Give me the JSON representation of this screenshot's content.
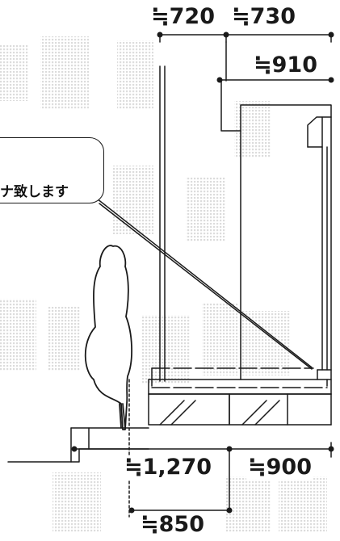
{
  "callout": {
    "text": "ナ致します"
  },
  "dimensions": {
    "top_left": "≒720",
    "top_right": "≒730",
    "upper_right": "≒910",
    "bottom_left": "≒1,270",
    "bottom_right": "≒900",
    "bottom_lower": "≒850"
  },
  "watermark": {
    "text": "転載禁止",
    "color": "#d9d9d9"
  },
  "colors": {
    "line": "#1a1a1a",
    "watermark": "#d9d9d9"
  },
  "icons": {
    "tree": "tree-icon"
  }
}
